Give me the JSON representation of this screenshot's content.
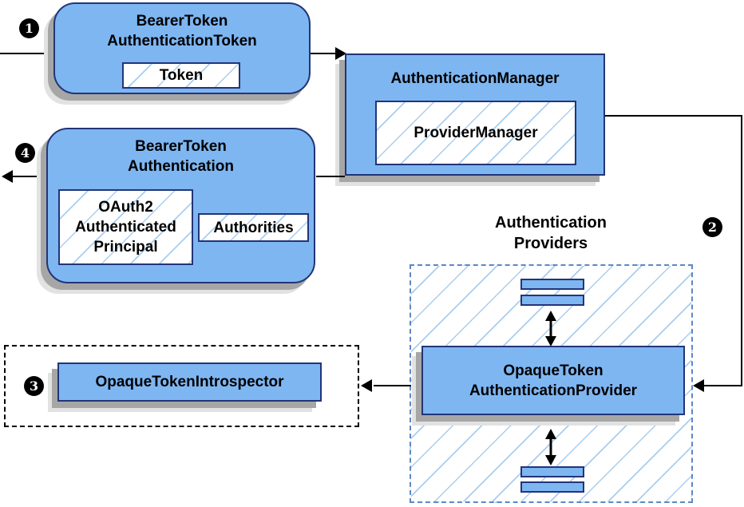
{
  "nodes": {
    "token_node": {
      "line1": "BearerToken",
      "line2": "AuthenticationToken",
      "inner": "Token"
    },
    "manager_node": {
      "title": "AuthenticationManager",
      "inner": "ProviderManager"
    },
    "authentication_node": {
      "line1": "BearerToken",
      "line2": "Authentication",
      "principal1": "OAuth2",
      "principal2": "Authenticated",
      "principal3": "Principal",
      "authorities": "Authorities"
    },
    "introspector_node": {
      "title": "OpaqueTokenIntrospector"
    },
    "providers_group": {
      "line1": "Authentication",
      "line2": "Providers"
    },
    "provider_node": {
      "line1": "OpaqueToken",
      "line2": "AuthenticationProvider"
    }
  },
  "steps": {
    "s1": "1",
    "s2": "2",
    "s3": "3",
    "s4": "4"
  },
  "colors": {
    "node_fill": "#7EB6F2",
    "node_border": "#223577",
    "hatch_line": "#A9CDF0",
    "providers_dash_border": "#5E87C2",
    "introspector_dash_border": "#000000",
    "shadow_dark": "#A6A6A6",
    "shadow_light": "#E2E2E2",
    "connector": "#000000",
    "step_badge_bg": "#000000",
    "step_badge_text": "#FFFFFF"
  }
}
